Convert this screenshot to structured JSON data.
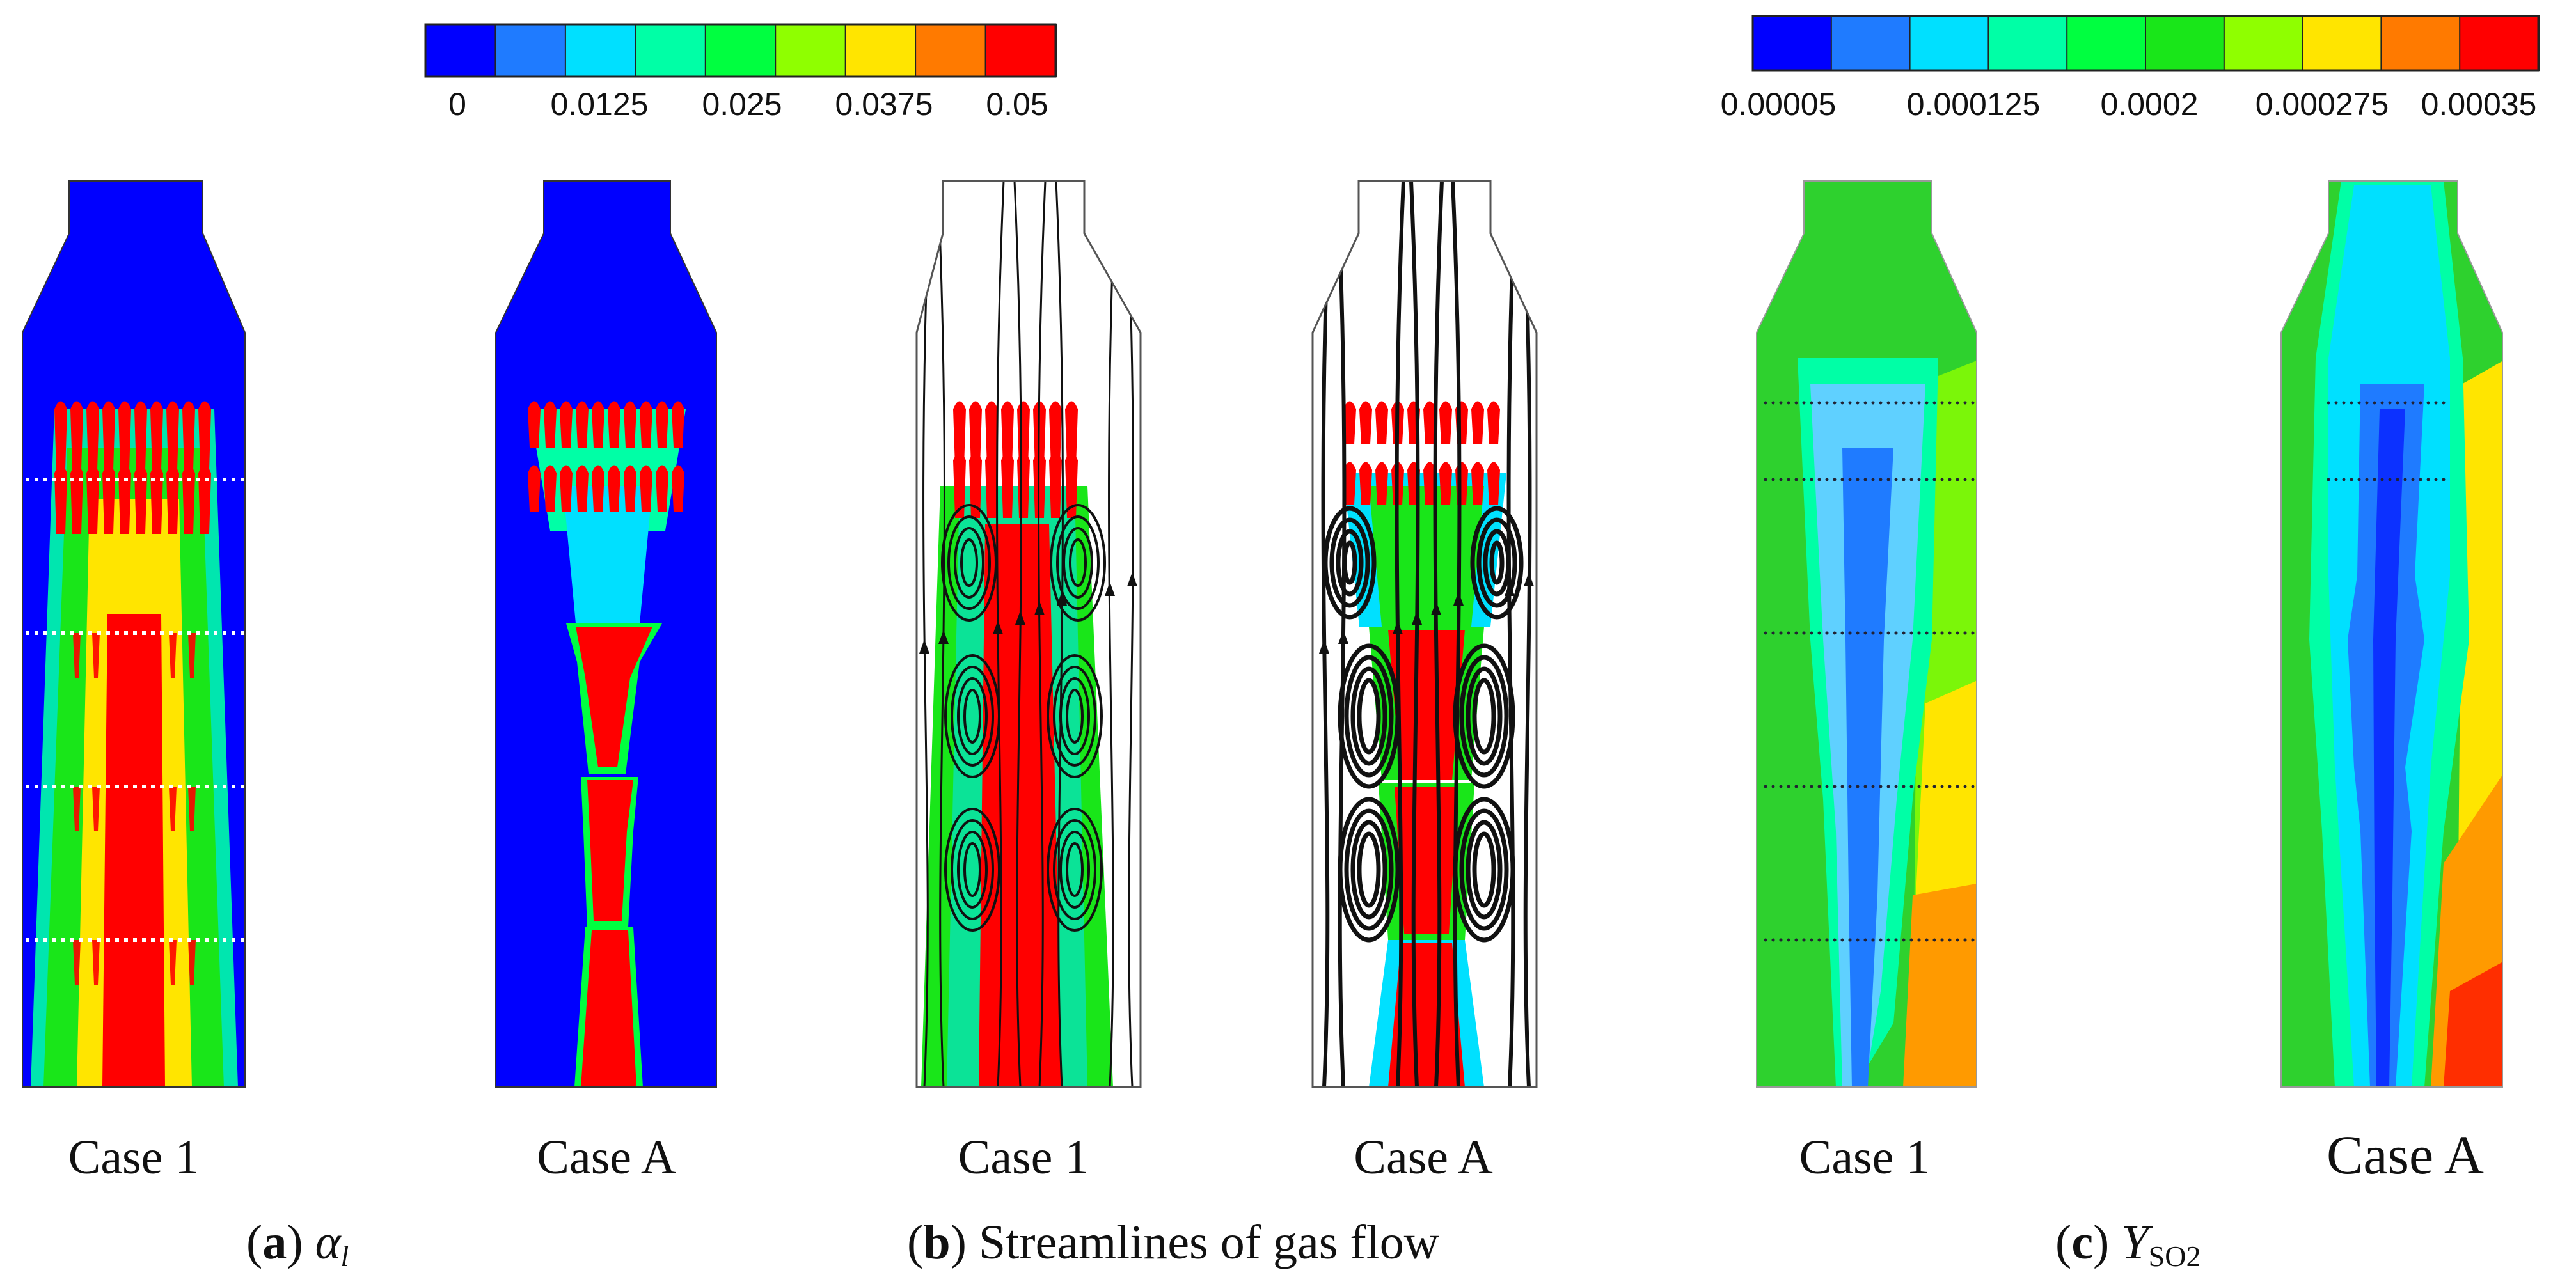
{
  "colors": {
    "scale": [
      "#0000ff",
      "#1f7bff",
      "#00e0ff",
      "#00ffa6",
      "#00ff40",
      "#19e619",
      "#8fff00",
      "#ffe500",
      "#ff7a00",
      "#ff0000"
    ],
    "background": "#0000ff",
    "liquid": "#ff0000",
    "so2_bulk": "#2ed12e",
    "streamline": "#111111"
  },
  "legend_alpha": {
    "ticks": [
      "0",
      "0.0125",
      "0.025",
      "0.0375",
      "0.05"
    ]
  },
  "legend_so2": {
    "ticks": [
      "0.00005",
      "0.000125",
      "0.0002",
      "0.000275",
      "0.00035"
    ]
  },
  "panels": [
    {
      "case_label": "Case 1",
      "variable": "alpha"
    },
    {
      "case_label": "Case A",
      "variable": "alpha"
    },
    {
      "case_label": "Case 1",
      "variable": "streamlines"
    },
    {
      "case_label": "Case A",
      "variable": "streamlines"
    },
    {
      "case_label": "Case 1",
      "variable": "so2"
    },
    {
      "case_label": "Case A",
      "variable": "so2"
    }
  ],
  "captions": {
    "a": {
      "open": "(",
      "letter": "a",
      "close": ") ",
      "symbol": "α",
      "subscript": "l"
    },
    "b": {
      "open": "(",
      "letter": "b",
      "close": ") ",
      "text": "Streamlines of gas flow"
    },
    "c": {
      "open": "(",
      "letter": "c",
      "close": ") ",
      "symbol": "Y",
      "subscript": "SO2"
    }
  }
}
